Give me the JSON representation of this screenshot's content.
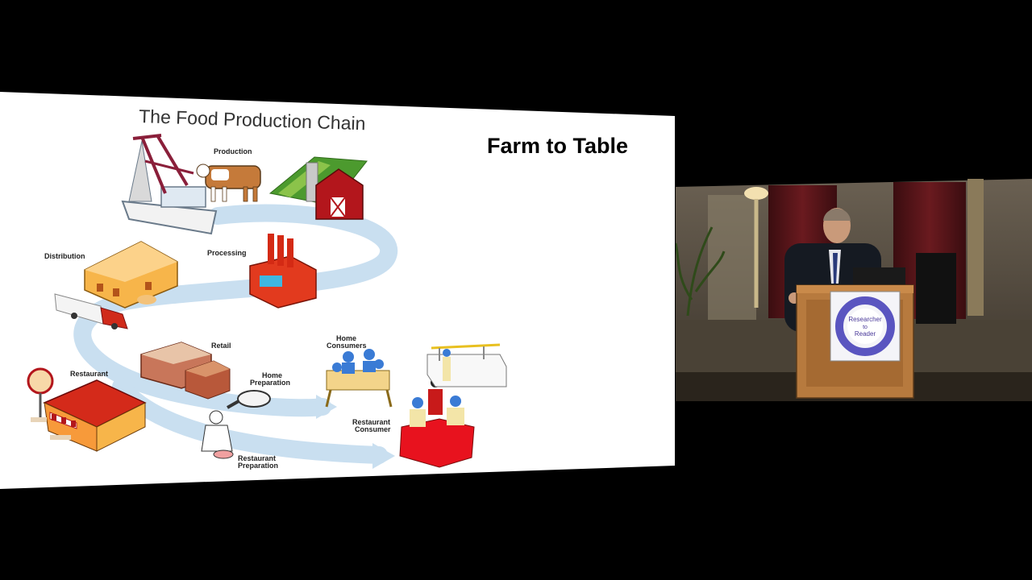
{
  "slide": {
    "chain_title": "The Food Production Chain",
    "headline": "Farm to Table",
    "stages": {
      "production": "Production",
      "processing": "Processing",
      "distribution": "Distribution",
      "retail": "Retail",
      "restaurant": "Restaurant",
      "home_preparation_line1": "Home",
      "home_preparation_line2": "Preparation",
      "home_consumers_line1": "Home",
      "home_consumers_line2": "Consumers",
      "restaurant_consumer_line1": "Restaurant",
      "restaurant_consumer_line2": "Consumer",
      "restaurant_preparation_line1": "Restaurant",
      "restaurant_preparation_line2": "Preparation"
    }
  },
  "speaker_video": {
    "podium_logo_line1": "Researcher",
    "podium_logo_line2": "to",
    "podium_logo_line3": "Reader"
  },
  "colors": {
    "background": "#000000",
    "slide_bg": "#ffffff",
    "flow_arrow": "#c9dff0",
    "barn_red": "#b3161c",
    "podium_wood": "#b77a3e",
    "logo_ring": "#5a55c0"
  }
}
